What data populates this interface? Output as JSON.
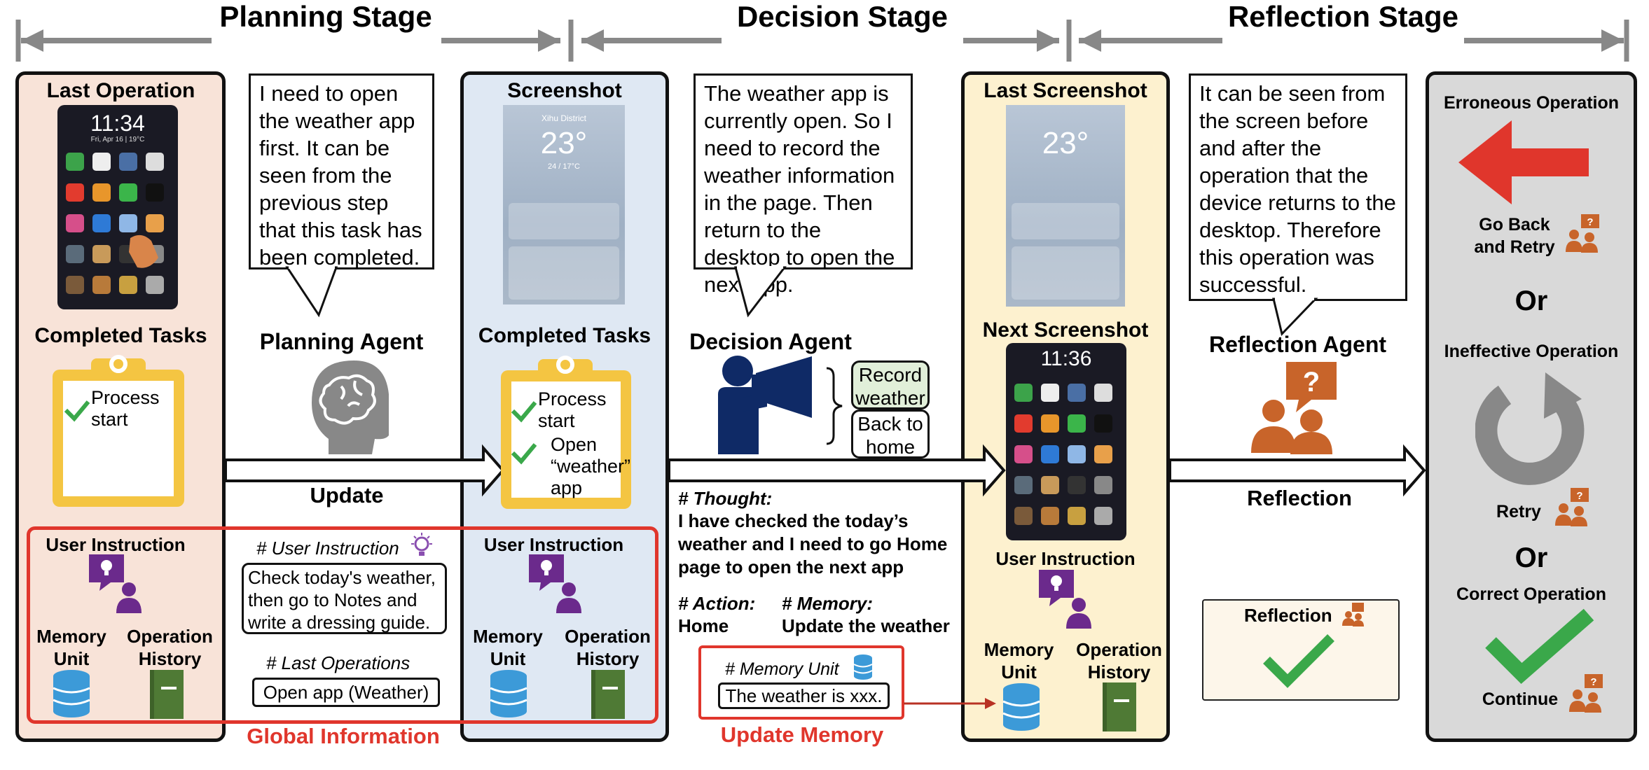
{
  "stages": {
    "planning": "Planning Stage",
    "decision": "Decision Stage",
    "reflection": "Reflection Stage"
  },
  "planning_panel": {
    "last_operation": "Last Operation",
    "phone_time": "11:34",
    "phone_date": "Fri, Apr 16 | 19°C",
    "completed_tasks": "Completed Tasks",
    "task_1": "Process start"
  },
  "planning_agent": {
    "bubble": "I need to open the weather app first. It can be seen from the previous step that this task has been completed.",
    "name": "Planning Agent",
    "arrow_label": "Update"
  },
  "decision_panel": {
    "screenshot": "Screenshot",
    "weather_location": "Xihu District",
    "weather_temp": "23°",
    "weather_range": "24 / 17°C",
    "completed_tasks": "Completed Tasks",
    "task_1": "Process start",
    "task_2": "Open “weather” app"
  },
  "decision_agent": {
    "bubble": "The weather app is currently open. So I need to record the weather information in the page. Then return to the desktop to open the next app.",
    "name": "Decision Agent",
    "option_1": "Record weather",
    "option_2": "Back to home",
    "thought_head": "# Thought:",
    "thought_text": "I have checked the today’s weather and I need to go Home page to open the next app",
    "action_head": "# Action:",
    "action_text": "Home",
    "memory_head": "# Memory:",
    "memory_text": "Update the weather",
    "memory_unit_head": "# Memory Unit",
    "memory_unit_text": "The weather is xxx.",
    "update_memory": "Update Memory"
  },
  "reflection_panel": {
    "last_screenshot": "Last Screenshot",
    "next_screenshot": "Next Screenshot",
    "phone_time": "11:36",
    "user_instruction": "User Instruction",
    "memory_unit": "Memory Unit",
    "operation_history": "Operation History"
  },
  "reflection_agent": {
    "bubble": "It can be seen from the screen before and after the operation that the device returns to the desktop. Therefore this operation was successful.",
    "name": "Reflection Agent",
    "arrow_label": "Reflection",
    "result_label": "Reflection"
  },
  "outcomes": {
    "erroneous": "Erroneous Operation",
    "go_back": "Go Back and Retry",
    "or_1": "Or",
    "ineffective": "Ineffective Operation",
    "retry": "Retry",
    "or_2": "Or",
    "correct": "Correct Operation",
    "continue": "Continue"
  },
  "global_info": {
    "user_instruction": "User Instruction",
    "memory_unit": "Memory Unit",
    "operation_history": "Operation History",
    "user_instruction_head": "# User Instruction",
    "user_instruction_text": "Check today's weather, then go to Notes and write a dressing guide.",
    "last_operations_head": "# Last Operations",
    "last_operations_text": "Open app (Weather)",
    "user_instruction_2": "User Instruction",
    "memory_unit_2": "Memory Unit",
    "operation_history_2": "Operation History",
    "label": "Global Information"
  },
  "colors": {
    "planning_bg": "#f8e3d8",
    "decision_bg": "#dfe8f3",
    "reflection_bg": "#fdf1cf",
    "outcome_bg": "#d9d9d9",
    "red": "#e0362c",
    "clipboard": "#f4c542",
    "green": "#3aa84a",
    "agent_orange": "#c8642a",
    "purple": "#6b2a8c",
    "db_blue": "#3c9ad8",
    "book_green": "#4f7a35",
    "navy": "#0f2a66"
  }
}
